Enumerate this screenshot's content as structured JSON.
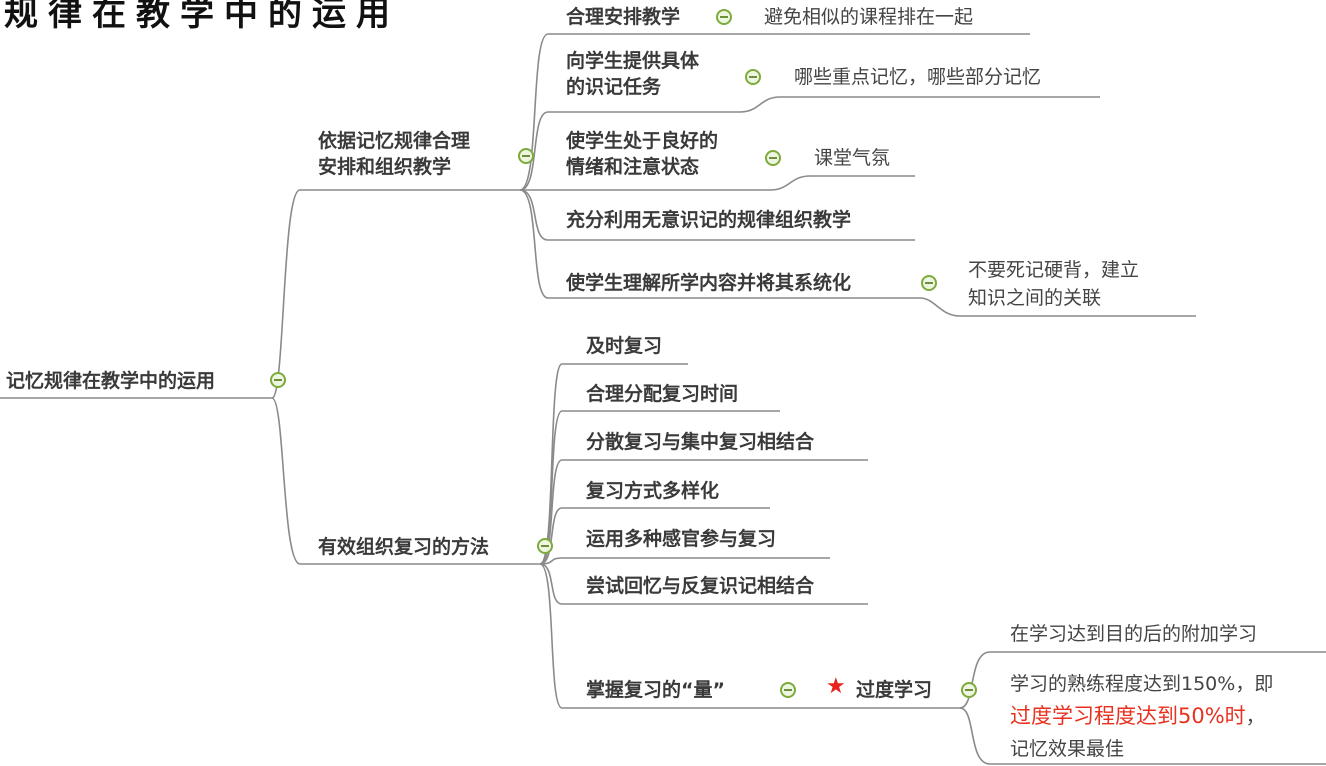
{
  "title": "规律在教学中的运用",
  "root": {
    "label": "记忆规律在教学中的运用"
  },
  "branch1": {
    "label_line1": "依据记忆规律合理",
    "label_line2": "安排和组织教学",
    "children": [
      {
        "label": "合理安排教学",
        "note": "避免相似的课程排在一起"
      },
      {
        "label_line1": "向学生提供具体",
        "label_line2": "的识记任务",
        "note": "哪些重点记忆，哪些部分记忆"
      },
      {
        "label_line1": "使学生处于良好的",
        "label_line2": "情绪和注意状态",
        "note": "课堂气氛"
      },
      {
        "label": "充分利用无意识记的规律组织教学"
      },
      {
        "label": "使学生理解所学内容并将其系统化",
        "note_line1": "不要死记硬背，建立",
        "note_line2": "知识之间的关联"
      }
    ]
  },
  "branch2": {
    "label": "有效组织复习的方法",
    "children": [
      {
        "label": "及时复习"
      },
      {
        "label": "合理分配复习时间"
      },
      {
        "label": "分散复习与集中复习相结合"
      },
      {
        "label": "复习方式多样化"
      },
      {
        "label": "运用多种感官参与复习"
      },
      {
        "label": "尝试回忆与反复识记相结合"
      },
      {
        "label": "掌握复习的“量”",
        "sub": {
          "label": "过度学习",
          "marker": "star-icon",
          "notes": {
            "n1": "在学习达到目的后的附加学习",
            "n2_line1": "学习的熟练程度达到150%，即",
            "n2_line2_highlight": "过度学习程度达到50%时",
            "n2_line2_tail": "，",
            "n2_line3": "记忆效果最佳"
          }
        }
      }
    ]
  },
  "colors": {
    "line": "#8a8a8a",
    "toggle": "#7cab3c",
    "highlight": "#e8311f",
    "star": "#e8221a"
  }
}
